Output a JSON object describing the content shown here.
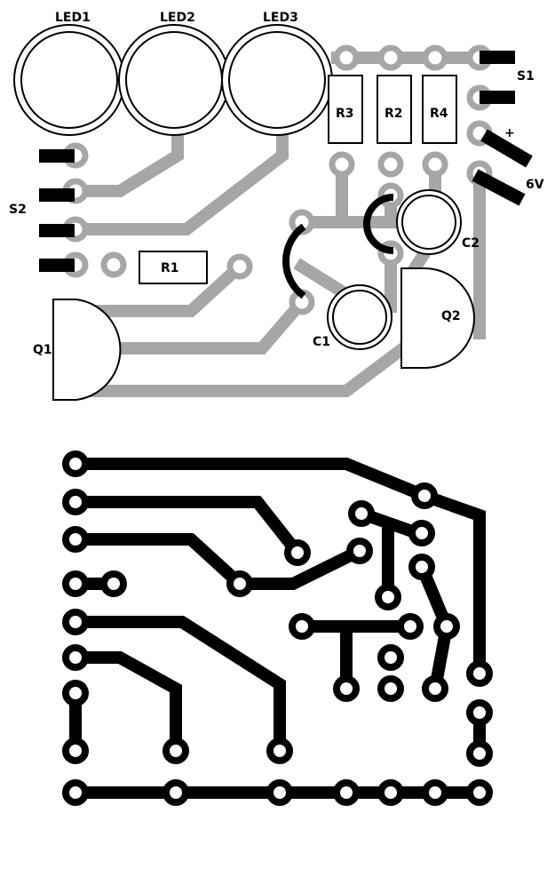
{
  "layout_view": {
    "leds": [
      {
        "id": "led1",
        "label": "LED1"
      },
      {
        "id": "led2",
        "label": "LED2"
      },
      {
        "id": "led3",
        "label": "LED3"
      }
    ],
    "resistors": [
      {
        "id": "r1",
        "label": "R1"
      },
      {
        "id": "r2",
        "label": "R2"
      },
      {
        "id": "r3",
        "label": "R3"
      },
      {
        "id": "r4",
        "label": "R4"
      }
    ],
    "capacitors": [
      {
        "id": "c1",
        "label": "C1"
      },
      {
        "id": "c2",
        "label": "C2"
      }
    ],
    "transistors": [
      {
        "id": "q1",
        "label": "Q1"
      },
      {
        "id": "q2",
        "label": "Q2"
      }
    ],
    "switches": [
      {
        "id": "s1",
        "label": "S1"
      },
      {
        "id": "s2",
        "label": "S2"
      }
    ],
    "battery": {
      "positive_label": "+",
      "voltage_label": "6V"
    }
  },
  "colors": {
    "copper_trace_preview": "#a6a6a6",
    "copper_trace_print": "#000000",
    "component_outline": "#000000",
    "board_background": "#ffffff"
  }
}
